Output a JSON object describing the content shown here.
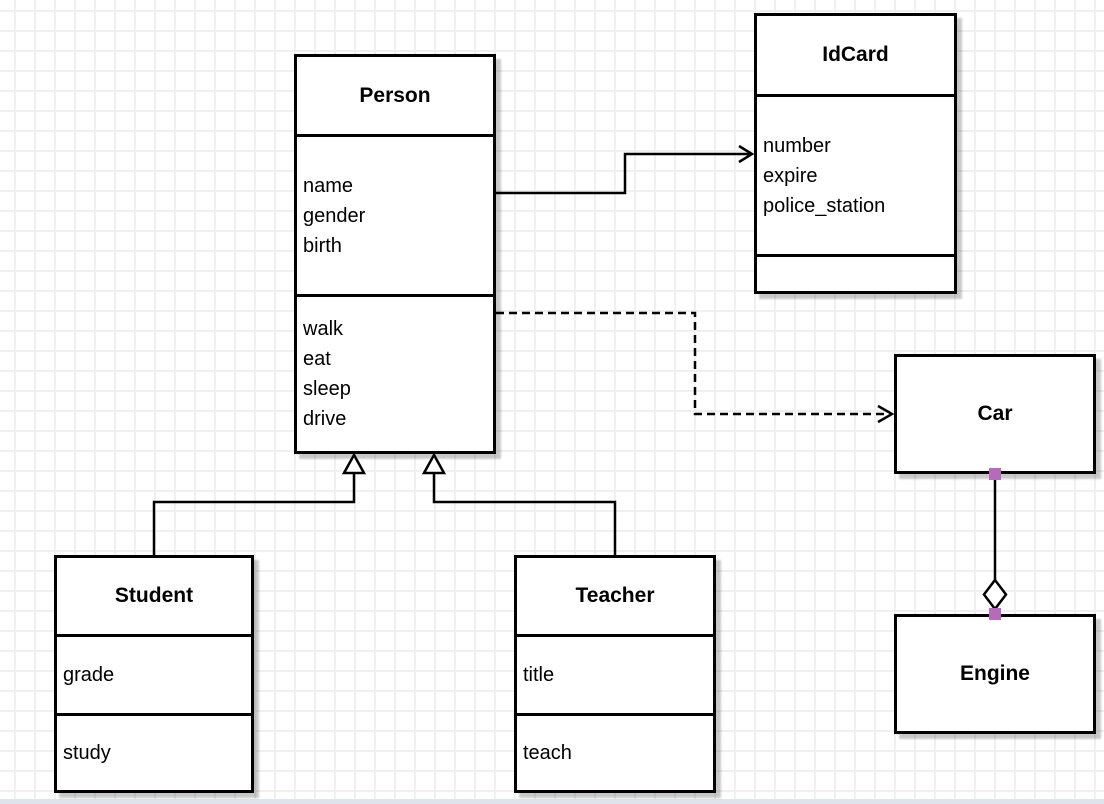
{
  "colors": {
    "stroke": "#000000",
    "grid_line": "#f0f0f0",
    "canvas_background": "#ffffff",
    "endpoint_marker": "#b56cb8",
    "page_edge_strip": "#dfe3eb",
    "box_shadow": "rgba(0,0,0,0.22)"
  },
  "classes": {
    "person": {
      "title": "Person",
      "attributes": [
        "name",
        "gender",
        "birth"
      ],
      "methods": [
        "walk",
        "eat",
        "sleep",
        "drive"
      ]
    },
    "idcard": {
      "title": "IdCard",
      "attributes": [
        "number",
        "expire",
        "police_station"
      ],
      "methods": []
    },
    "car": {
      "title": "Car"
    },
    "engine": {
      "title": "Engine"
    },
    "student": {
      "title": "Student",
      "attributes": [
        "grade"
      ],
      "methods": [
        "study"
      ]
    },
    "teacher": {
      "title": "Teacher",
      "attributes": [
        "title"
      ],
      "methods": [
        "teach"
      ]
    }
  },
  "relationships": [
    {
      "from": "Person",
      "to": "IdCard",
      "type": "association",
      "line": "solid",
      "arrow": "open"
    },
    {
      "from": "Person",
      "to": "Car",
      "type": "dependency",
      "line": "dashed",
      "arrow": "open"
    },
    {
      "from": "Student",
      "to": "Person",
      "type": "generalization",
      "line": "solid",
      "arrow": "hollow-triangle"
    },
    {
      "from": "Teacher",
      "to": "Person",
      "type": "generalization",
      "line": "solid",
      "arrow": "hollow-triangle"
    },
    {
      "from": "Car",
      "to": "Engine",
      "type": "aggregation",
      "line": "solid",
      "arrow": "hollow-diamond",
      "endpoints": "purple-squares"
    }
  ]
}
